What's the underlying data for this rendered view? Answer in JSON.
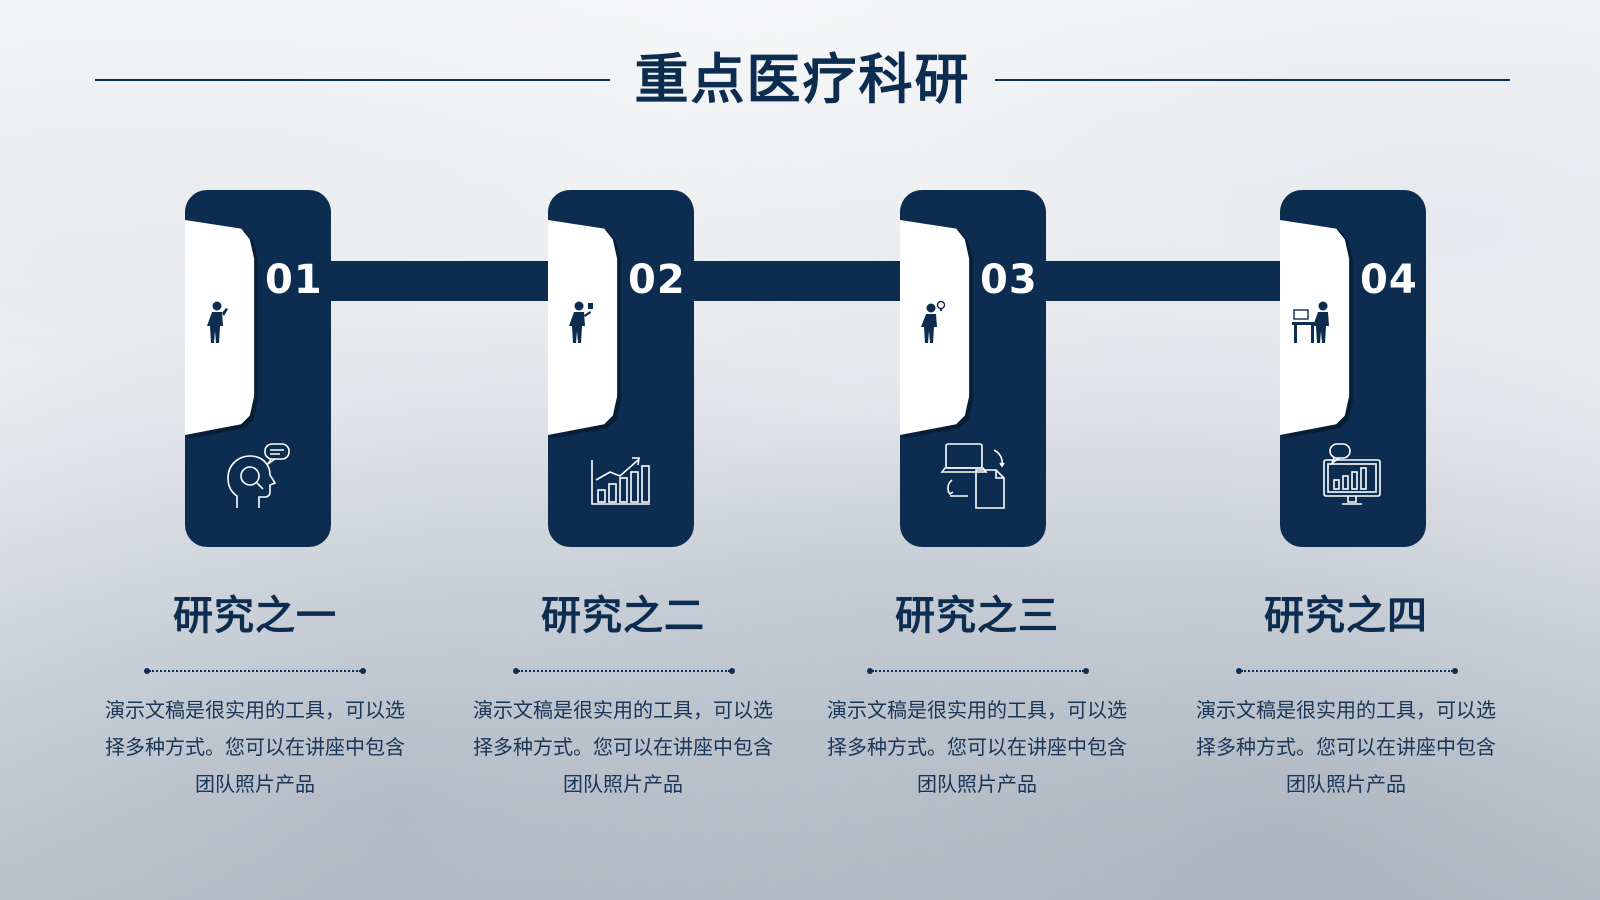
{
  "title": "重点医疗科研",
  "colors": {
    "primary": "#0c2d50",
    "panel": "#ffffff",
    "text": "#1a3556"
  },
  "steps": [
    {
      "number": "01",
      "heading": "研究之一",
      "description": "演示文稿是很实用的工具，可以选择多种方式。您可以在讲座中包含团队照片产品",
      "top_icon": "person-thinking-icon",
      "bottom_icon": "head-speech-bubble-icon"
    },
    {
      "number": "02",
      "heading": "研究之二",
      "description": "演示文稿是很实用的工具，可以选择多种方式。您可以在讲座中包含团队照片产品",
      "top_icon": "person-presenting-icon",
      "bottom_icon": "growth-chart-icon"
    },
    {
      "number": "03",
      "heading": "研究之三",
      "description": "演示文稿是很实用的工具，可以选择多种方式。您可以在讲座中包含团队照片产品",
      "top_icon": "person-idea-icon",
      "bottom_icon": "laptop-document-transfer-icon"
    },
    {
      "number": "04",
      "heading": "研究之四",
      "description": "演示文稿是很实用的工具，可以选择多种方式。您可以在讲座中包含团队照片产品",
      "top_icon": "person-at-desk-icon",
      "bottom_icon": "monitor-chart-icon"
    }
  ]
}
